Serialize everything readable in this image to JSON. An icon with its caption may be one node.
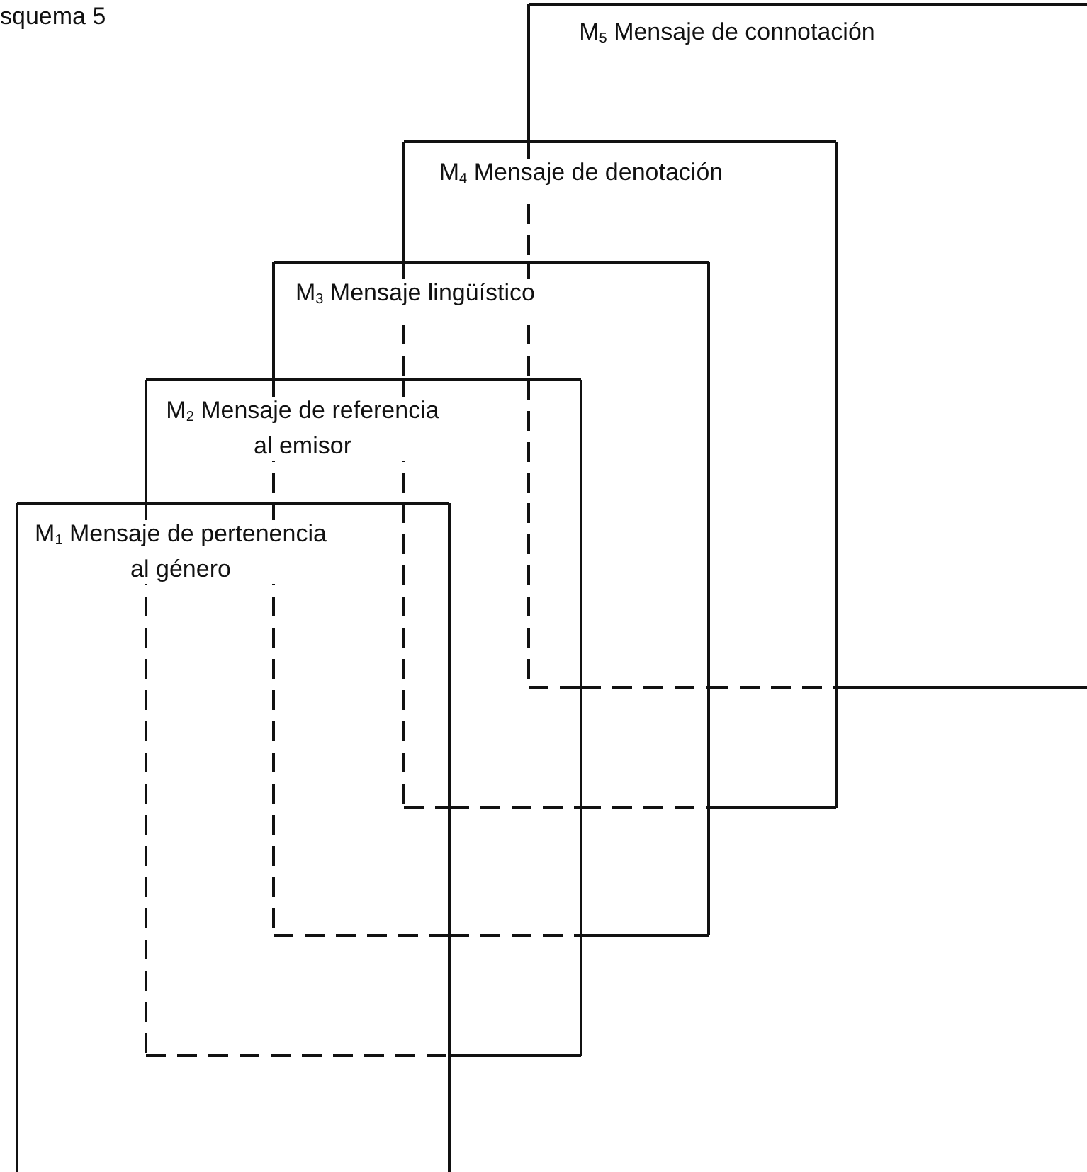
{
  "diagram": {
    "title": "squema 5",
    "nodes": [
      {
        "text": [
          "M$_{5}$ Mensaje de connotación"
        ]
      },
      {
        "text": [
          "M$_{4}$ Mensaje de denotación"
        ]
      },
      {
        "text": [
          "M$_{3}$ Mensaje lingüístico"
        ]
      },
      {
        "text": [
          "M$_{2}$ Mensaje de referencia al emisor"
        ]
      },
      {
        "text": [
          "M$_{1}$ Mensaje de pertenencia al género"
        ]
      }
    ]
  }
}
